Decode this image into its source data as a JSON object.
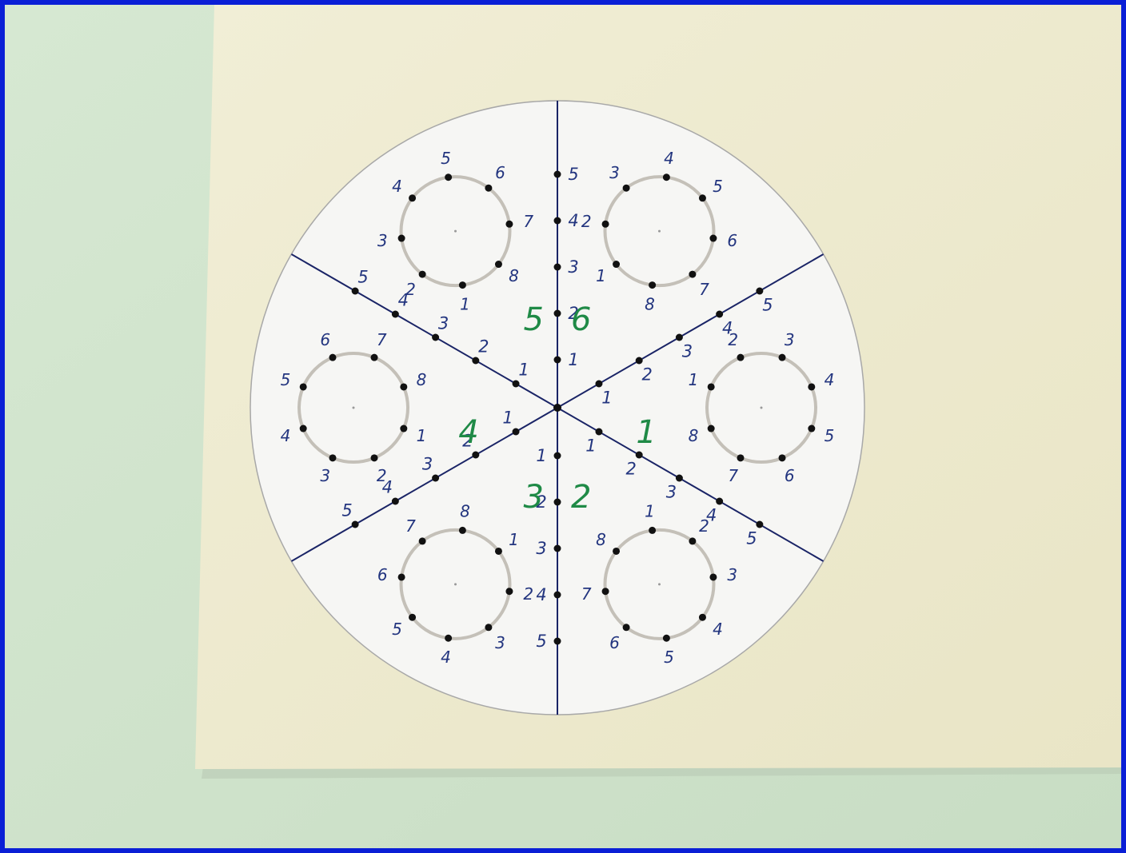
{
  "photo": {
    "colors": {
      "frame": "#0a1fd6",
      "background_cloth": "#cfe3cb",
      "cardboard": "#eeead0",
      "paper_disc": "#f5f5f3",
      "line_ink": "#1a2466",
      "number_ink": "#23357f",
      "sector_ink": "#1f8a46",
      "dot": "#111111",
      "ring": "#c4c0b8"
    }
  },
  "disc": {
    "sector_numbers": [
      "1",
      "2",
      "3",
      "4",
      "5",
      "6"
    ],
    "spoke_labels": [
      "1",
      "2",
      "3",
      "4",
      "5"
    ],
    "ring_labels": [
      "1",
      "2",
      "3",
      "4",
      "5",
      "6",
      "7",
      "8"
    ]
  }
}
